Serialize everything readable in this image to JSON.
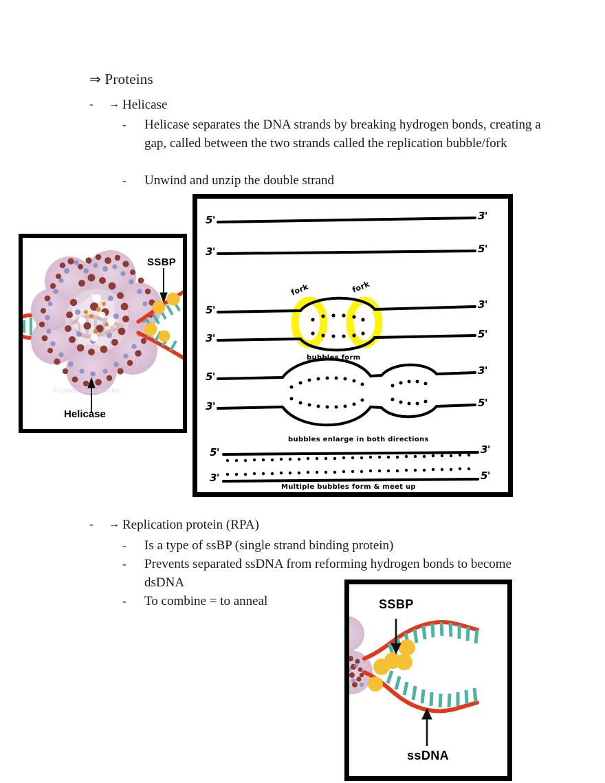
{
  "page": {
    "background": "#ffffff",
    "ink": "#1a1a1a"
  },
  "notes": {
    "heading": {
      "arrow": "⇒",
      "text": "Proteins"
    },
    "bullets": [
      {
        "dash": "-",
        "arrow": "→",
        "label": "Helicase",
        "sub": [
          "Helicase separates the DNA strands by breaking hydrogen bonds, creating a gap, called between the two strands called the replication bubble/fork",
          "Unwind and unzip the double strand"
        ]
      },
      {
        "dash": "-",
        "arrow": "→",
        "label": "Replication protein (RPA)",
        "sub": [
          "Is a type of ssBP (single strand binding protein)",
          "Prevents separated ssDNA from reforming hydrogen bonds to become dsDNA",
          "To combine = to anneal"
        ]
      }
    ]
  },
  "figures": {
    "helicase": {
      "name": "helicase-ssbp-illustration",
      "labels": {
        "helicase": "Helicase",
        "ssbp": "SSBP"
      },
      "watermark": "© Genetic Education Inc.",
      "colors": {
        "dna_backbone": "#e0391f",
        "base_pair": "#4db3a4",
        "ssbp_circle": "#f5c033",
        "protein_lobe": "#ddc3d6",
        "protein_dark": "#8e3b35",
        "protein_blue": "#8a8bc4"
      }
    },
    "replication_diagram": {
      "name": "handwritten-replication-bubble-diagram",
      "rows": [
        {
          "id": "row-intact-duplex",
          "left_top": "5'",
          "right_top": "3'",
          "left_bottom": "3'",
          "right_bottom": "5'",
          "caption": ""
        },
        {
          "id": "row-single-bubble",
          "left_top": "5'",
          "right_top": "3'",
          "left_bottom": "3'",
          "right_bottom": "5'",
          "caption": "bubbles form",
          "fork_labels": [
            "fork",
            "fork"
          ],
          "highlight_color": "#fff200"
        },
        {
          "id": "row-enlarging-bubbles",
          "left_top": "5'",
          "right_top": "3'",
          "left_bottom": "3'",
          "right_bottom": "5'",
          "caption": "bubbles enlarge in both directions"
        },
        {
          "id": "row-merged-bubbles",
          "left_top": "5'",
          "right_top": "3'",
          "left_bottom": "3'",
          "right_bottom": "5'",
          "caption": "Multiple bubbles form & meet up"
        }
      ]
    },
    "ssbp_fork": {
      "name": "ssbp-ssdna-fork-illustration",
      "labels": {
        "ssbp": "SSBP",
        "ssdna": "ssDNA"
      },
      "colors": {
        "dna_backbone": "#e0391f",
        "base_pair": "#4db3a4",
        "ssbp_circle": "#f5c033",
        "helicase_blob": "#ddc3d6"
      }
    }
  }
}
